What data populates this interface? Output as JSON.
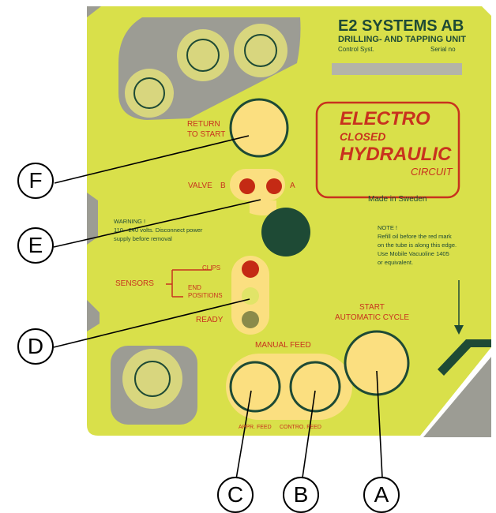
{
  "brand": {
    "company": "E2 SYSTEMS AB",
    "product": "DRILLING- AND TAPPING UNIT",
    "control_label": "Control Syst.",
    "serial_label": "Serial no"
  },
  "circuit_box": {
    "line1": "ELECTRO",
    "line2": "CLOSED",
    "line3": "HYDRAULIC",
    "line4": "CIRCUIT"
  },
  "made_in": "Made in Sweden",
  "return_label": {
    "line1": "RETURN",
    "line2": "TO START"
  },
  "valve": {
    "label": "VALVE",
    "left": "B",
    "right": "A"
  },
  "warning": {
    "title": "WARNING !",
    "line1": "110 - 240 volts. Disconnect power",
    "line2": "supply before removal"
  },
  "note": {
    "title": "NOTE !",
    "line1": "Refill oil before the red mark",
    "line2": "on the tube is along this edge.",
    "line3": "Use Mobile Vacuoline 1405",
    "line4": "or equivalent."
  },
  "sensors": {
    "label": "SENSORS",
    "clips": "CLIPS",
    "end": "END",
    "positions": "POSITIONS",
    "ready": "READY"
  },
  "start_label": {
    "line1": "START",
    "line2": "AUTOMATIC CYCLE"
  },
  "manual_feed": {
    "label": "MANUAL FEED",
    "appr": "APPR. FEED",
    "control": "CONTRO. FEED"
  },
  "callouts": {
    "a": "A",
    "b": "B",
    "c": "C",
    "d": "D",
    "e": "E",
    "f": "F"
  },
  "colors": {
    "panel": "#d9e04a",
    "button": "#fbdf80",
    "accent_red": "#c8321e",
    "dark_green": "#1e4a35",
    "grey": "#9c9c94",
    "lamp_red": "#c42a14",
    "lamp_yellow": "#e1e468",
    "lamp_olive": "#8a8a4a"
  }
}
